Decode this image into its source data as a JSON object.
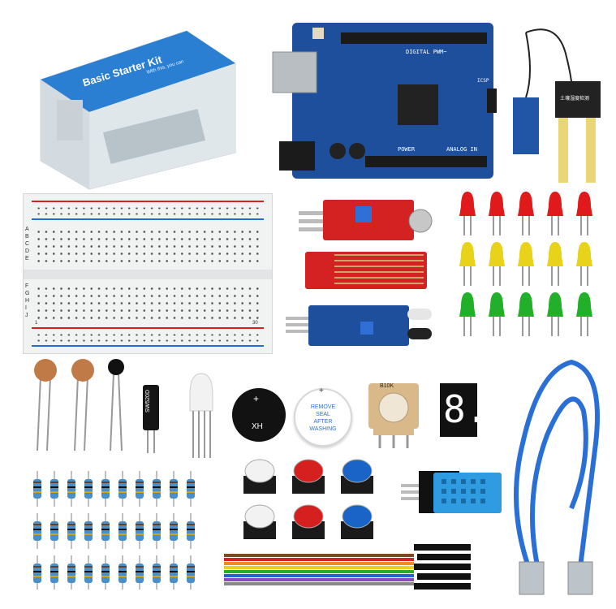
{
  "box": {
    "title": "Basic Starter Kit",
    "subtitle": "With this, you can"
  },
  "uno": {
    "label_digital": "DIGITAL PWM~",
    "label_analog": "ANALOG IN",
    "label_power": "POWER",
    "label_icsp": "ICSP"
  },
  "soil": {
    "label": "土壤湿度检测"
  },
  "breadboard": {
    "rows_top": [
      "A",
      "B",
      "C",
      "D",
      "E"
    ],
    "rows_bottom": [
      "F",
      "G",
      "H",
      "I",
      "J"
    ],
    "col_start": "1",
    "col_end": "30"
  },
  "diode": {
    "label": "SW520D"
  },
  "buzzer": {
    "label": "XH",
    "plus": "+"
  },
  "seal": {
    "line1": "REMOVE",
    "line2": "SEAL",
    "line3": "AFTER",
    "line4": "WASHING",
    "plus": "+"
  },
  "pot": {
    "label": "B10K"
  },
  "segment": {
    "digit": "8."
  },
  "colors": {
    "pcb_blue": "#1d4f9c",
    "led_red": "#e0191b",
    "led_yellow": "#e8d21a",
    "led_green": "#22b02a",
    "button_blue": "#1a64c8",
    "cable_blue": "#2a6fd6",
    "dht_blue": "#2f9be0"
  }
}
